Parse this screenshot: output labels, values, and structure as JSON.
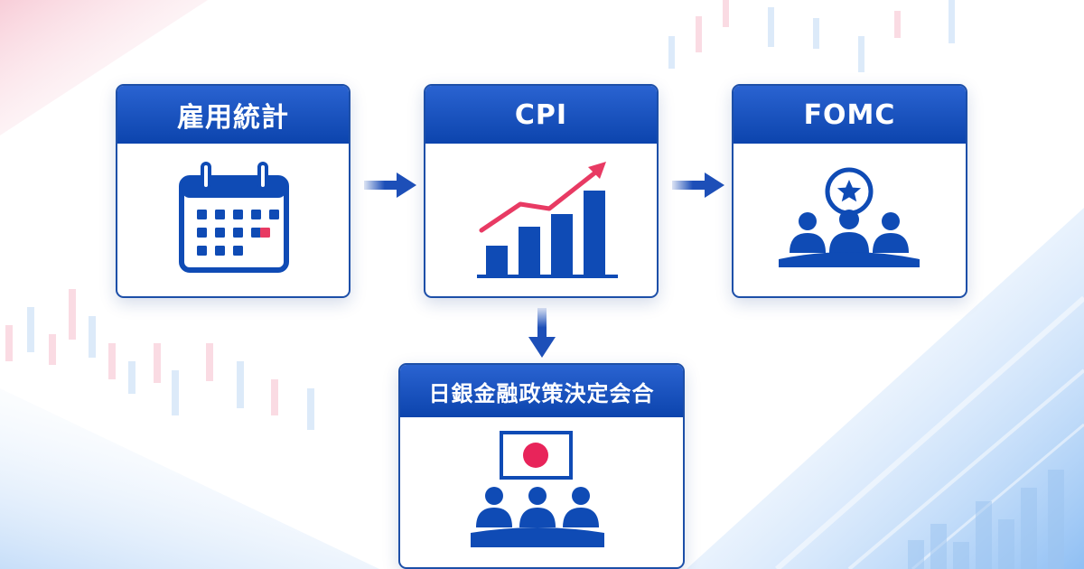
{
  "flow": {
    "nodes": [
      {
        "id": "employment",
        "label": "雇用統計",
        "icon": "calendar-icon"
      },
      {
        "id": "cpi",
        "label": "CPI",
        "icon": "rising-bar-chart-icon"
      },
      {
        "id": "fomc",
        "label": "FOMC",
        "icon": "star-committee-meeting-icon"
      },
      {
        "id": "boj",
        "label": "日銀金融政策決定会合",
        "icon": "japan-flag-meeting-icon"
      }
    ],
    "edges": [
      {
        "from": "employment",
        "to": "cpi"
      },
      {
        "from": "cpi",
        "to": "fomc"
      },
      {
        "from": "cpi",
        "to": "boj"
      }
    ]
  },
  "colors": {
    "header_top": "#2a63d1",
    "header_bottom": "#0c44ad",
    "border": "#1d4fa8",
    "icon_blue": "#0f4bb5",
    "accent_red": "#e83a63",
    "flag_red": "#e8245a"
  }
}
